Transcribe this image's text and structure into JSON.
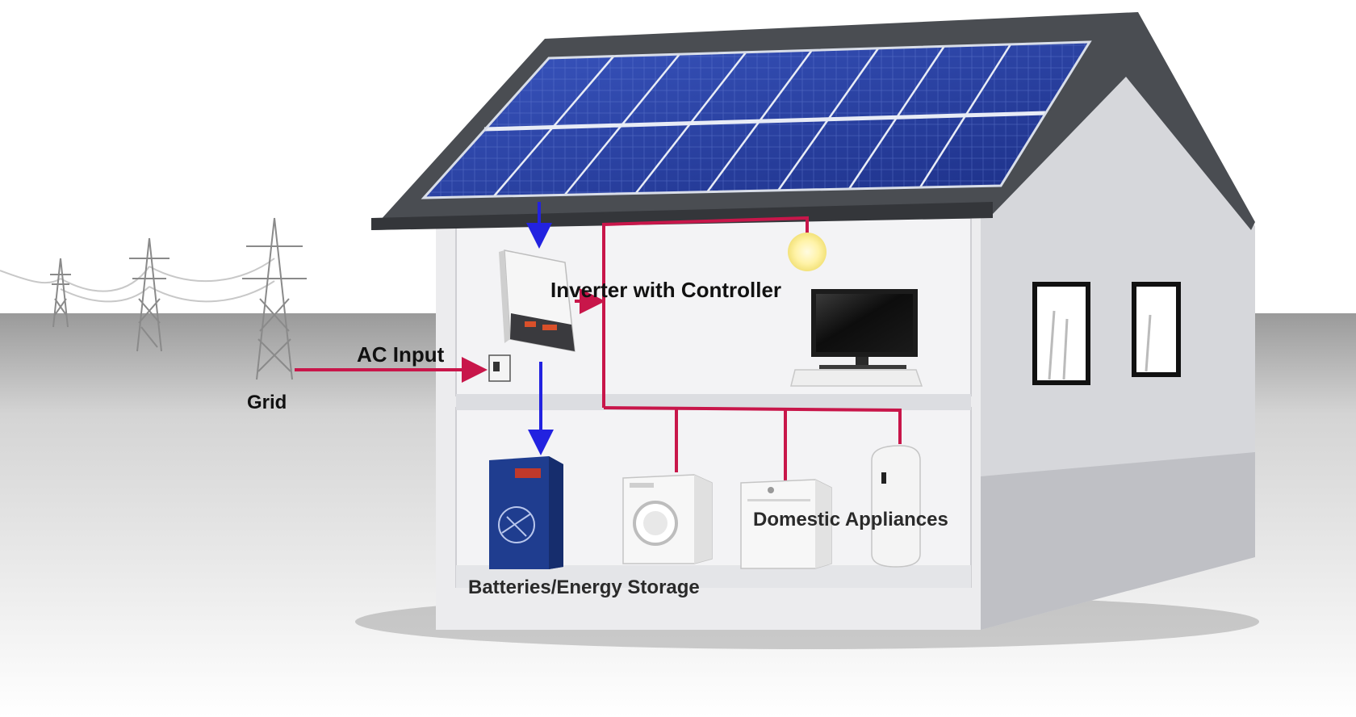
{
  "labels": {
    "grid": "Grid",
    "ac_input": "AC Input",
    "inverter": "Inverter with Controller",
    "appliances": "Domestic Appliances",
    "batteries": "Batteries/Energy Storage"
  },
  "colors": {
    "ac_wire": "#c8164a",
    "dc_arrow": "#2222e0",
    "solar_panel": "#2c46a8",
    "roof": "#4a4d52",
    "wall": "#e8e9ec",
    "battery": "#1f3d8f"
  }
}
